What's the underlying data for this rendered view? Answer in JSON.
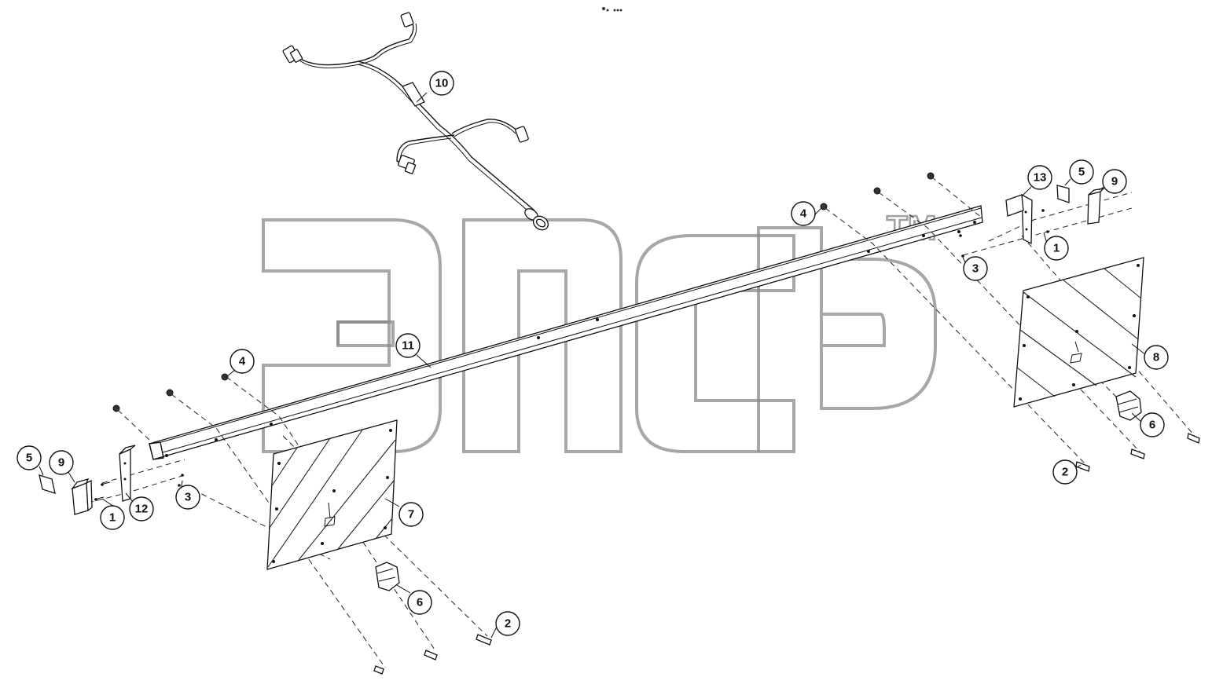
{
  "watermark": {
    "tm": "TM"
  },
  "callouts": [
    {
      "id": "callout-10",
      "label": "10"
    },
    {
      "id": "callout-11",
      "label": "11"
    },
    {
      "id": "callout-4-top",
      "label": "4"
    },
    {
      "id": "callout-13",
      "label": "13"
    },
    {
      "id": "callout-5-right",
      "label": "5"
    },
    {
      "id": "callout-9-right",
      "label": "9"
    },
    {
      "id": "callout-1-right",
      "label": "1"
    },
    {
      "id": "callout-3-right",
      "label": "3"
    },
    {
      "id": "callout-8",
      "label": "8"
    },
    {
      "id": "callout-6-right",
      "label": "6"
    },
    {
      "id": "callout-2-right",
      "label": "2"
    },
    {
      "id": "callout-4-left",
      "label": "4"
    },
    {
      "id": "callout-5-left",
      "label": "5"
    },
    {
      "id": "callout-9-left",
      "label": "9"
    },
    {
      "id": "callout-1-left",
      "label": "1"
    },
    {
      "id": "callout-12",
      "label": "12"
    },
    {
      "id": "callout-3-left",
      "label": "3"
    },
    {
      "id": "callout-7",
      "label": "7"
    },
    {
      "id": "callout-6-left",
      "label": "6"
    },
    {
      "id": "callout-2-left",
      "label": "2"
    }
  ]
}
